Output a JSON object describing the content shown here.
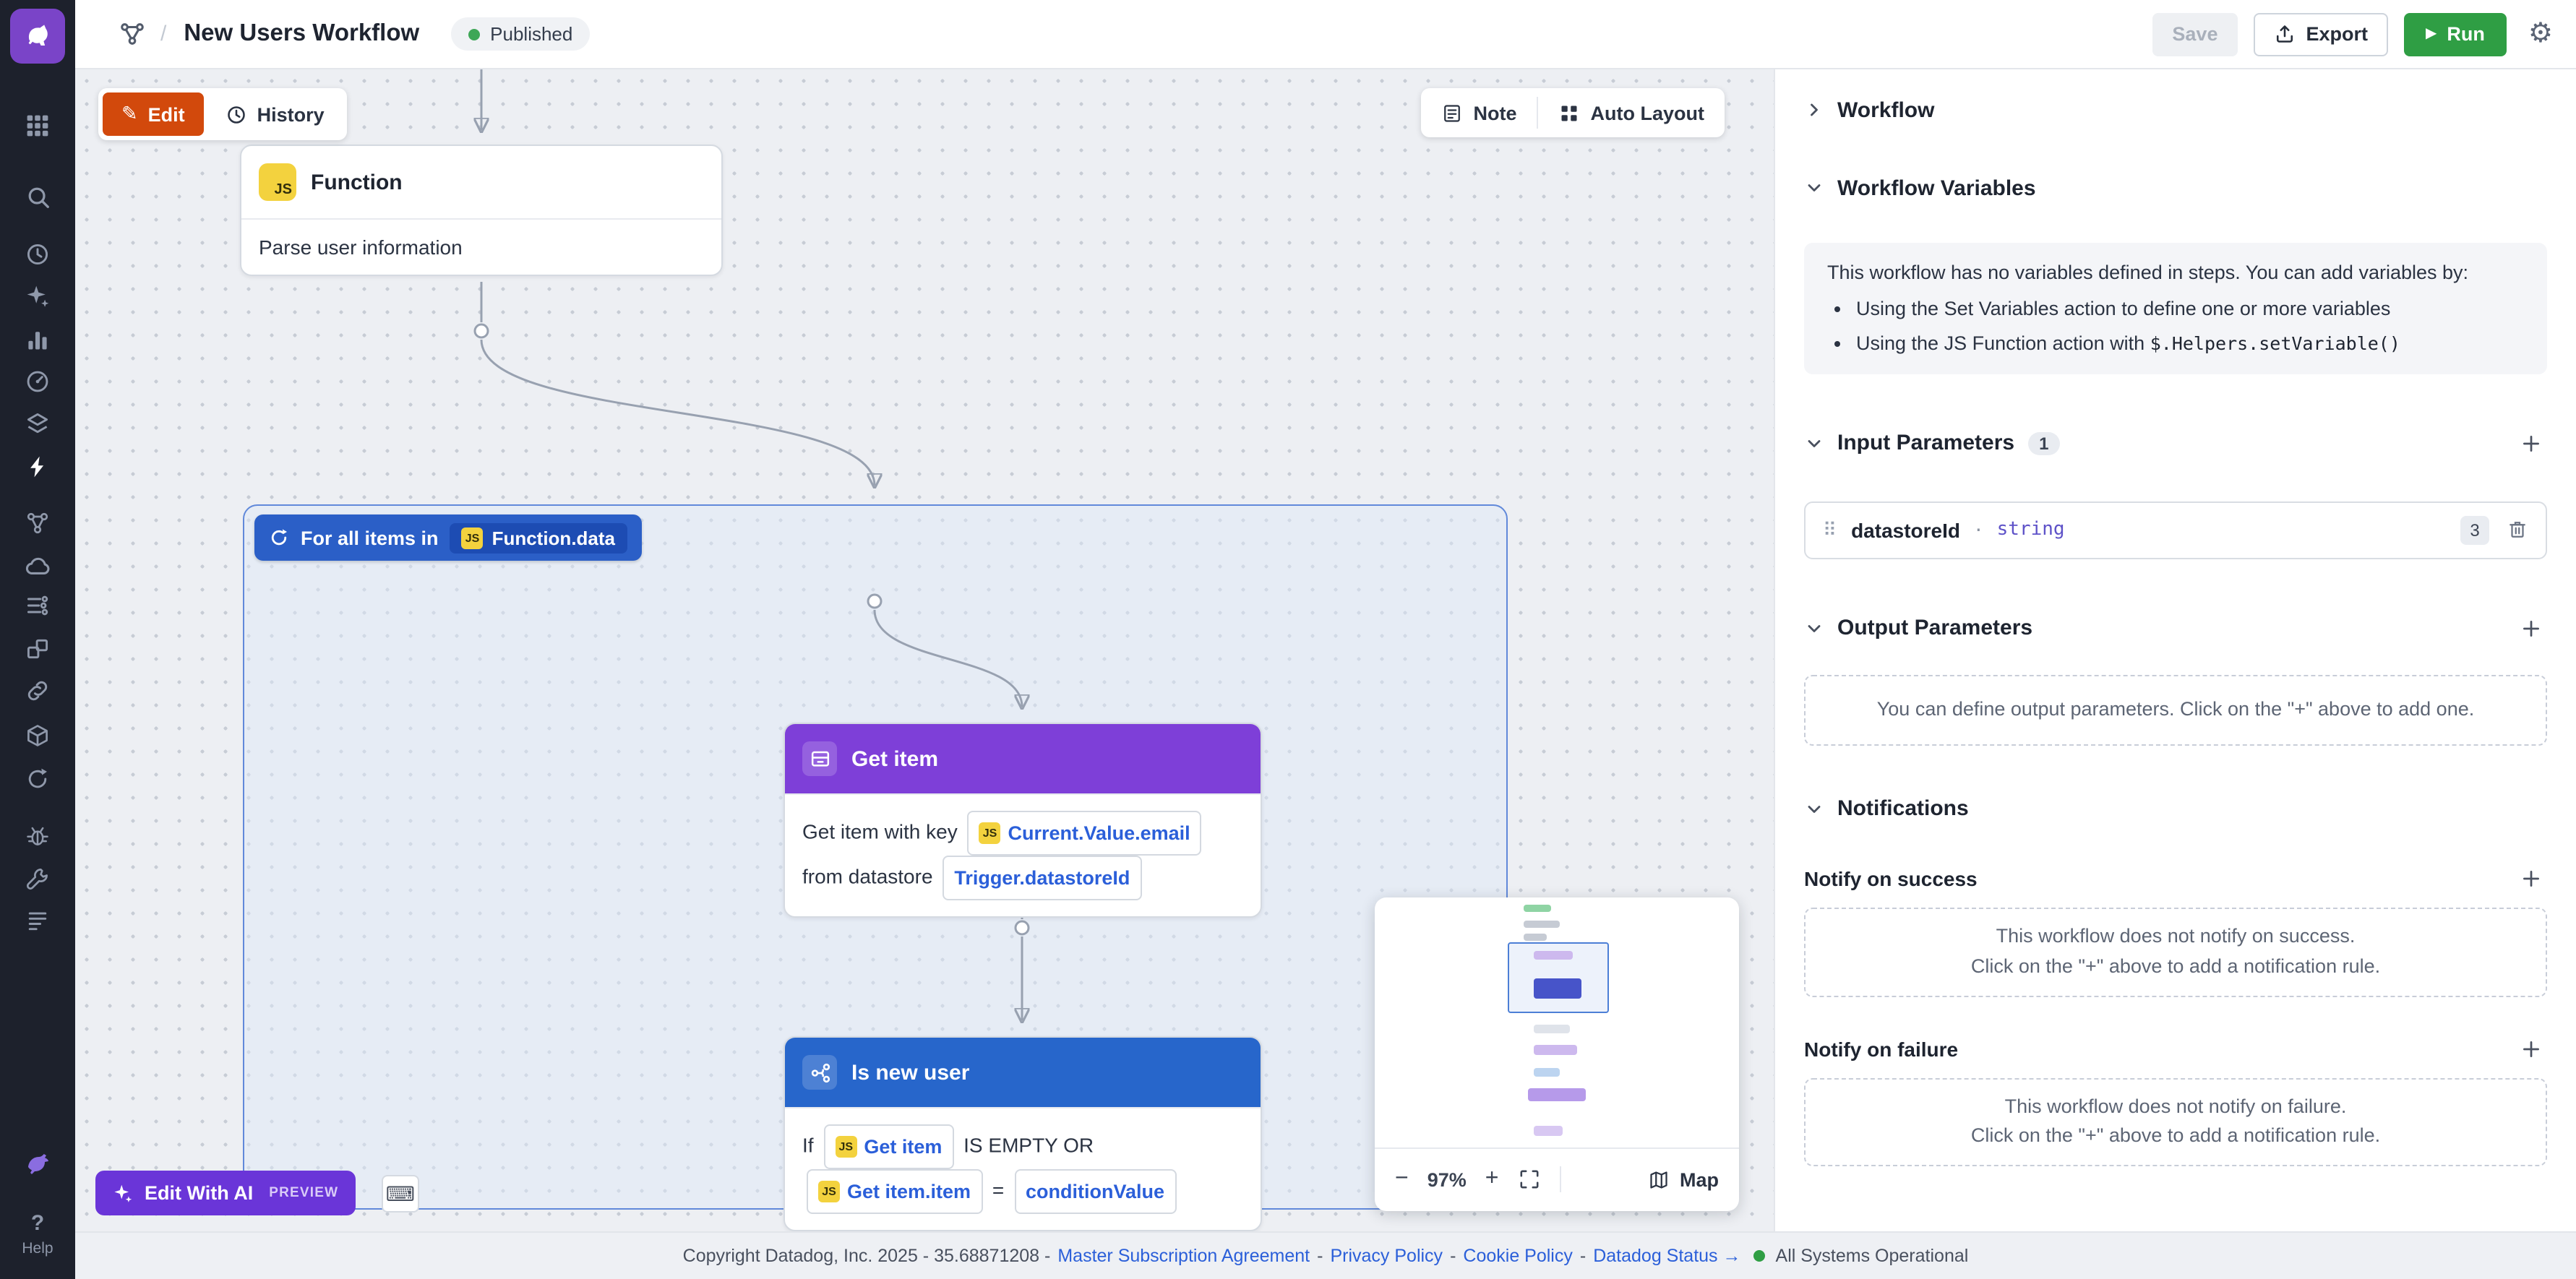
{
  "topbar": {
    "breadcrumb_separator": "/",
    "title": "New Users Workflow",
    "status_badge": "Published",
    "save_label": "Save",
    "export_label": "Export",
    "run_label": "Run"
  },
  "canvas": {
    "edit_label": "Edit",
    "history_label": "History",
    "note_label": "Note",
    "auto_layout_label": "Auto Layout",
    "function_node": {
      "title": "Function",
      "description": "Parse user information"
    },
    "loop_node": {
      "label": "For all items in",
      "source_chip": "Function.data"
    },
    "get_item_node": {
      "title": "Get item",
      "line1_text": "Get item with key",
      "key_chip": "Current.Value.email",
      "line2_text": "from datastore",
      "datastore_chip": "Trigger.datastoreId"
    },
    "condition_node": {
      "title": "Is new user",
      "if_text": "If",
      "left_chip": "Get item",
      "operator_text": "IS EMPTY OR",
      "right_chip": "Get item.item",
      "equals_text": "=",
      "value_chip": "conditionValue"
    },
    "ai_button_label": "Edit With AI",
    "ai_button_tag": "PREVIEW",
    "minimap": {
      "zoom_out": "−",
      "zoom_level": "97%",
      "zoom_in": "+",
      "map_label": "Map"
    }
  },
  "panel": {
    "workflow_title": "Workflow",
    "variables": {
      "title": "Workflow Variables",
      "info": "This workflow has no variables defined in steps. You can add variables by:",
      "bullet1": "Using the Set Variables action to define one or more variables",
      "bullet2_prefix": "Using the JS Function action with ",
      "bullet2_code": "$.Helpers.setVariable()"
    },
    "input_parameters": {
      "title": "Input Parameters",
      "count": "1",
      "row": {
        "name": "datastoreId",
        "separator": "·",
        "type": "string",
        "badge": "3"
      }
    },
    "output_parameters": {
      "title": "Output Parameters",
      "empty": "You can define output parameters. Click on the \"+\" above to add one."
    },
    "notifications": {
      "title": "Notifications",
      "success_label": "Notify on success",
      "success_line1": "This workflow does not notify on success.",
      "success_line2": "Click on the \"+\" above to add a notification rule.",
      "failure_label": "Notify on failure",
      "failure_line1": "This workflow does not notify on failure.",
      "failure_line2": "Click on the \"+\" above to add a notification rule."
    }
  },
  "sidebar": {
    "help_icon": "?",
    "help_label": "Help"
  },
  "footer": {
    "copyright": "Copyright Datadog, Inc. 2025 - 35.68871208 -",
    "separator": "-",
    "links": [
      "Master Subscription Agreement",
      "Privacy Policy",
      "Cookie Policy",
      "Datadog Status →"
    ],
    "status": "All Systems Operational"
  },
  "icons": {
    "js": "JS",
    "keyboard": "⌨",
    "gear": "⚙",
    "play": "▶",
    "pencil": "✎",
    "drag_handle": "⠿"
  },
  "colors": {
    "edit_orange": "#d2490c",
    "run_green": "#2f9e44",
    "loop_blue": "#2b5fc7",
    "get_item_purple": "#7e3fd8",
    "condition_blue": "#2766cb",
    "link_blue": "#2b5fd9",
    "status_green": "#3ea757",
    "sidebar_bg": "#1d212c",
    "js_yellow": "#f3d23e"
  }
}
